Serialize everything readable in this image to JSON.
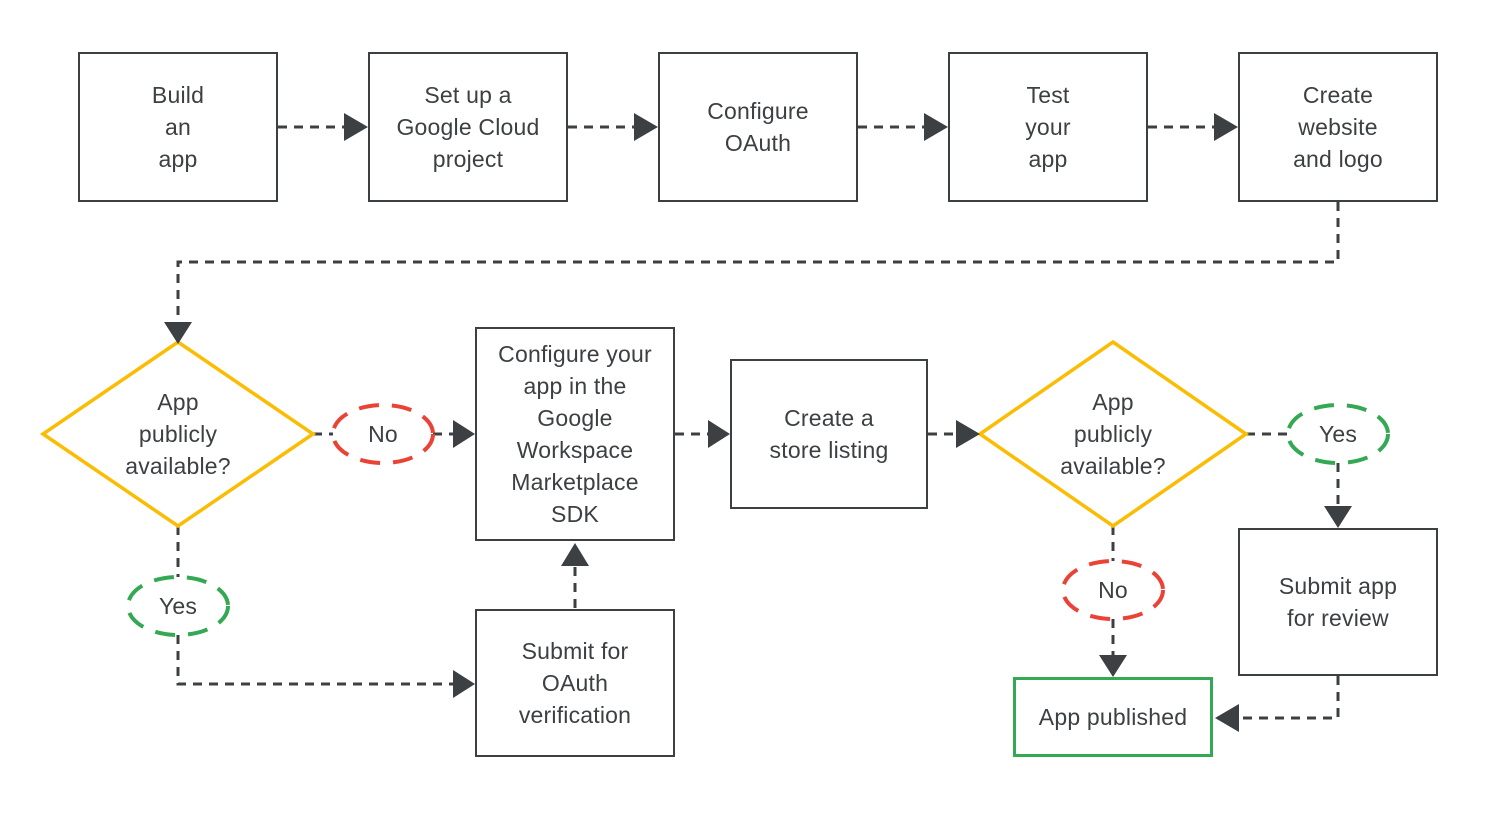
{
  "diagram_type": "flowchart",
  "colors": {
    "outline": "#3c4043",
    "text": "#3c4043",
    "decision_yellow": "#fbbc04",
    "yes_green": "#34a853",
    "no_red": "#ea4335",
    "published_green": "#34a853"
  },
  "nodes": {
    "build_app": {
      "label": "Build\nan\napp"
    },
    "setup_project": {
      "label": "Set up a\nGoogle Cloud\nproject"
    },
    "configure_oauth": {
      "label": "Configure\nOAuth"
    },
    "test_app": {
      "label": "Test\nyour\napp"
    },
    "create_website": {
      "label": "Create\nwebsite\nand logo"
    },
    "decision_1": {
      "label": "App\npublicly\navailable?"
    },
    "configure_sdk": {
      "label": "Configure your\napp in the\nGoogle\nWorkspace\nMarketplace\nSDK"
    },
    "store_listing": {
      "label": "Create a\nstore listing"
    },
    "decision_2": {
      "label": "App\npublicly\navailable?"
    },
    "submit_review": {
      "label": "Submit app\nfor review"
    },
    "submit_oauth_verification": {
      "label": "Submit for\nOAuth\nverification"
    },
    "app_published": {
      "label": "App published"
    }
  },
  "edge_labels": {
    "no_1": "No",
    "yes_1": "Yes",
    "yes_2": "Yes",
    "no_2": "No"
  }
}
